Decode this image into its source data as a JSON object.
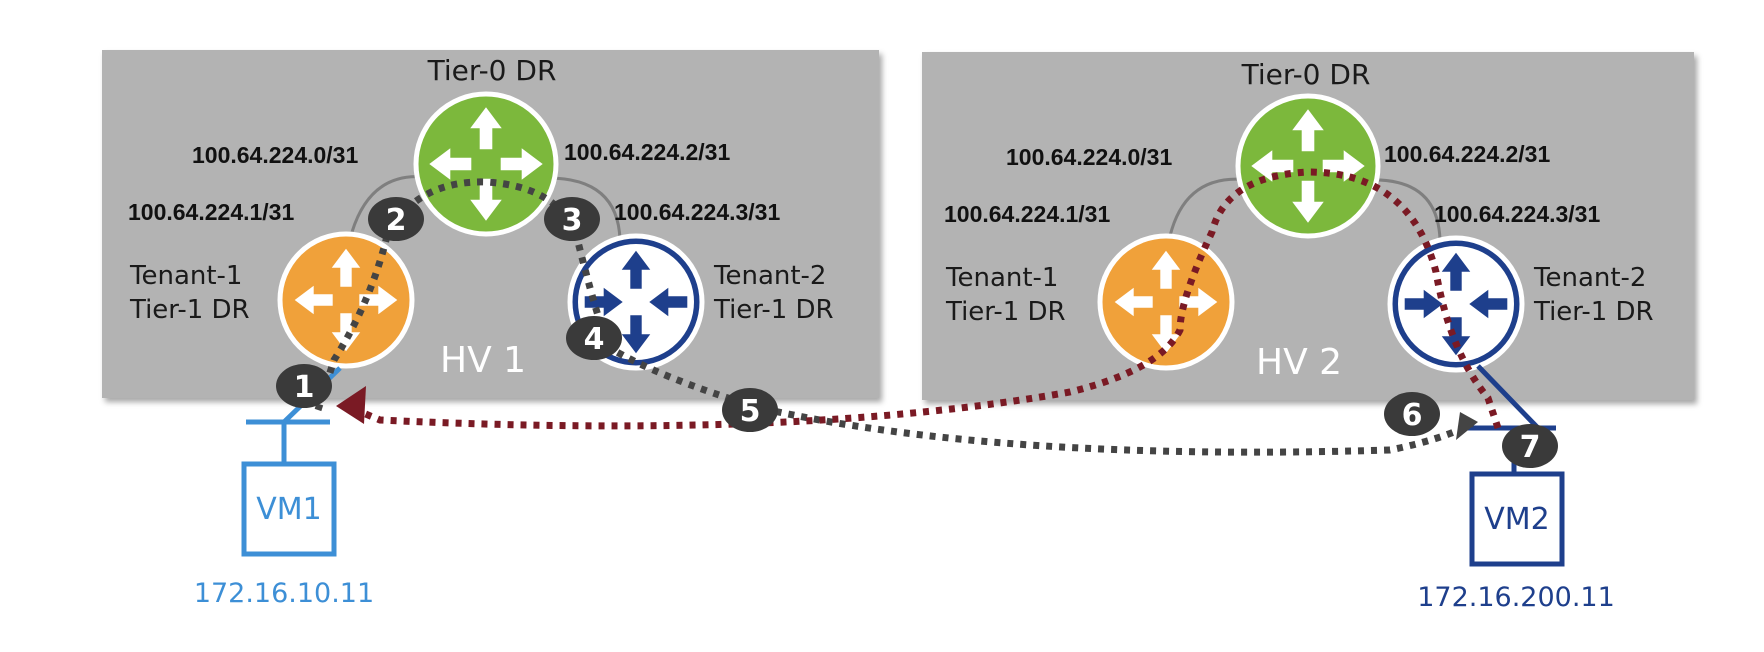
{
  "colors": {
    "hv_panel": "#b3b3b3",
    "tier0": "#7cb83c",
    "tenant1": "#f0a13a",
    "tenant2": "#1e3f8c",
    "vm1": "#3d8fd6",
    "vm2": "#1e3f8c",
    "path_gray": "#444444",
    "path_red": "#7a1a24",
    "link_gray": "#7f7f7f"
  },
  "hv1": {
    "name": "HV 1",
    "tier0_label": "Tier-0 DR",
    "tenant1_line1": "Tenant-1",
    "tenant1_line2": "Tier-1 DR",
    "tenant2_line1": "Tenant-2",
    "tenant2_line2": "Tier-1 DR",
    "addr_t0_left": "100.64.224.0/31",
    "addr_t0_right": "100.64.224.2/31",
    "addr_t1_left": "100.64.224.1/31",
    "addr_t1_right": "100.64.224.3/31"
  },
  "hv2": {
    "name": "HV 2",
    "tier0_label": "Tier-0 DR",
    "tenant1_line1": "Tenant-1",
    "tenant1_line2": "Tier-1 DR",
    "tenant2_line1": "Tenant-2",
    "tenant2_line2": "Tier-1 DR",
    "addr_t0_left": "100.64.224.0/31",
    "addr_t0_right": "100.64.224.2/31",
    "addr_t1_left": "100.64.224.1/31",
    "addr_t1_right": "100.64.224.3/31"
  },
  "vm1": {
    "name": "VM1",
    "ip": "172.16.10.11"
  },
  "vm2": {
    "name": "VM2",
    "ip": "172.16.200.11"
  },
  "steps": [
    "1",
    "2",
    "3",
    "4",
    "5",
    "6",
    "7"
  ]
}
